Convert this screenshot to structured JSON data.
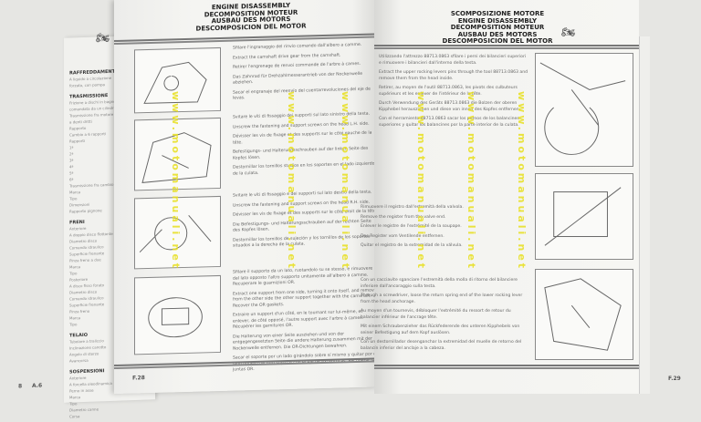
{
  "back_page": {
    "sections": [
      {
        "heading": "RAFFREDDAMENTO",
        "lines": [
          "A liquido a circolazione",
          "forzata, con pompa"
        ]
      },
      {
        "heading": "TRASMISSIONE",
        "lines": [
          "Frizione a dischi in bagno",
          "comandata da un cilindro",
          "Trasmissione fra motore",
          "a denti dritti",
          "Rapporto",
          "Cambio a 6 rapporti",
          "Rapporti",
          "1ª",
          "2ª",
          "3ª",
          "4ª",
          "5ª",
          "6ª",
          "Trasmissione fra cambio",
          "Marca",
          "Tipo",
          "Dimensioni",
          "Rapporto pignone"
        ]
      },
      {
        "heading": "FRENI",
        "lines": [
          "Anteriore",
          "A doppio disco flottante",
          "Diametro disco",
          "Comando idraulico",
          "Superficie frenante",
          "Pinza freno a due",
          "Marca",
          "Tipo",
          "Posteriore",
          "A disco fisso forato",
          "Diametro disco",
          "Comando idraulico",
          "Superficie frenante",
          "Pinza freno",
          "Marca",
          "Tipo"
        ]
      },
      {
        "heading": "TELAIO",
        "lines": [
          "Tubolare a traliccio",
          "Inclinazione canotto",
          "Angolo di sterzo",
          "Avancorsa"
        ]
      },
      {
        "heading": "SOSPENSIONI",
        "lines": [
          "Anteriore",
          "A forcella oleodinamica",
          "Perno in asse",
          "Marca",
          "Tipo",
          "Diametro canne",
          "Corsa"
        ]
      }
    ],
    "page_number": "A.6",
    "page_index": "8"
  },
  "left_page": {
    "title_lines": [
      "ENGINE DISASSEMBLY",
      "DECOMPOSITION MOTEUR",
      "AUSBAU DES MOTORS",
      "DESCOMPOSICION DEL MOTOR"
    ],
    "blocks": [
      [
        "Sfilare l'ingranaggio del rinvio comando dall'albero a camme.",
        "Extract the camshaft drive gear from the camshaft.",
        "Retirer l'engrenage de renvoi commande de l'arbre à cames.",
        "Das Zahnrad für Drehzahlmesserantrieb von der Nockenwelle abziehen.",
        "Sacar el engranaje del reenvío del cuentarrevoluciones del eje de levas."
      ],
      [
        "Svitare le viti di fissaggio dei supporti sul lato sinistro della testa.",
        "Unscrew the fastening and support screws on the head L.H. side.",
        "Dévisser les vis de fixage et des supports sur le côté gauche de la tête.",
        "Befestigungs- und Halterungsschrauben auf der linken Seite des Kopfes lösen.",
        "Destornillar los tornillos studios en los soportes en el lado izquierdo de la culata."
      ],
      [
        "Svitare le viti di fissaggio e dei supporti sul lato destro della testa.",
        "Unscrew the fastening and support screws on the head R.H. side.",
        "Dévisser les vis de fixage et des supports sur le côté droit de la tête.",
        "Die Befestigungs- und Halterungsschrauben auf der rechten Seite des Kopfes lösen.",
        "Destornillar los tornillos de sujeción y los tornillos de los soportes situados a la derecha de la culata."
      ],
      [
        "Sfilare il supporto da un lato, ruotandolo su se stesso, e rimuovere dal lato opposto l'altro supporto unitamente all'albero a camme. Recuperare le guarnizioni OR.",
        "Extract one support from one side, turning it onto itself, and remove from the other side the other support together with the camshaft. Recover the OR gaskets.",
        "Extraire un support d'un côté, en le tournant sur lui-même, et enlever, de côté opposé, l'autre support avec l'arbre à cames. Récupérer les garnitures OR.",
        "Die Halterung von einer Seite ausziehen und von der entgegengesetzten Seite die andere Halterung zusammen mit der Nockenwelle entfernen. Die OR-Dichtungen bewahren.",
        "Sacar el soporte por un lado girándolo sobre sí mismo y quitar por el lado opuesto el otro soporte con el eje de excéntricas. Recuperar las juntas OR."
      ]
    ],
    "page_number": "F.28"
  },
  "right_page": {
    "title_lines": [
      "SCOMPOSIZIONE MOTORE",
      "ENGINE DISASSEMBLY",
      "DECOMPOSITION MOTEUR",
      "AUSBAU DES MOTORS",
      "DESCOMPOSICION DEL MOTOR"
    ],
    "blocks": [
      [
        "Utilizzando l'attrezzo 88713.0863 sfilare i perni dei bilancieri superiori e rimuovere i bilancieri dall'interno della testa.",
        "Extract the upper rocking levers pins through the tool 88713.0863 and remove them from the head inside.",
        "Retirer, au moyen de l'outil 88713.0863, les pivots des culbuteurs supérieurs et les enlever de l'intérieur de la tête.",
        "Durch Verwendung des Geräts 88713.0863 die Bolzen der oberen Kipphebel herausziehen und diese von innen des Kopfes entfernen.",
        "Con el herramiento 88713.0863 sacar los pernos de los balancines superiores y quitar los balancines por la parte interior de la culata."
      ],
      [
        "Rimuovere il registro dall'estremità della valvola.",
        "Remove the register from the valve end.",
        "Enlever le registre de l'extrémité de la soupape.",
        "Das Register vom Ventilende entfernen.",
        "Quitar el registro de la extremidad de la válvula."
      ],
      [
        "Con un cacciavite sganciare l'estremità della molla di ritorno del bilanciere inferiore dall'ancoraggio sulla testa.",
        "Through a screwdriver, loose the return spring end of the lower rocking lever from the head anchorage.",
        "Au moyen d'un tournevis, débloquer l'extrémité du ressort de retour du balancier inférieur de l'ancrage tête.",
        "Mit einem Schraubenzieher das Rückfederende des unteren Kipphebels von seiner Befestigung auf dem Kopf auslösen.",
        "Con un destornillador desenganchar la extremidad del muelle de retorno del balancín inferior del anclaje a la cabeza."
      ]
    ],
    "page_number": "F.29"
  },
  "watermark": "www.motomanuali.net",
  "colors": {
    "watermark": "#e8e020",
    "paper": "#f4f4f1"
  }
}
